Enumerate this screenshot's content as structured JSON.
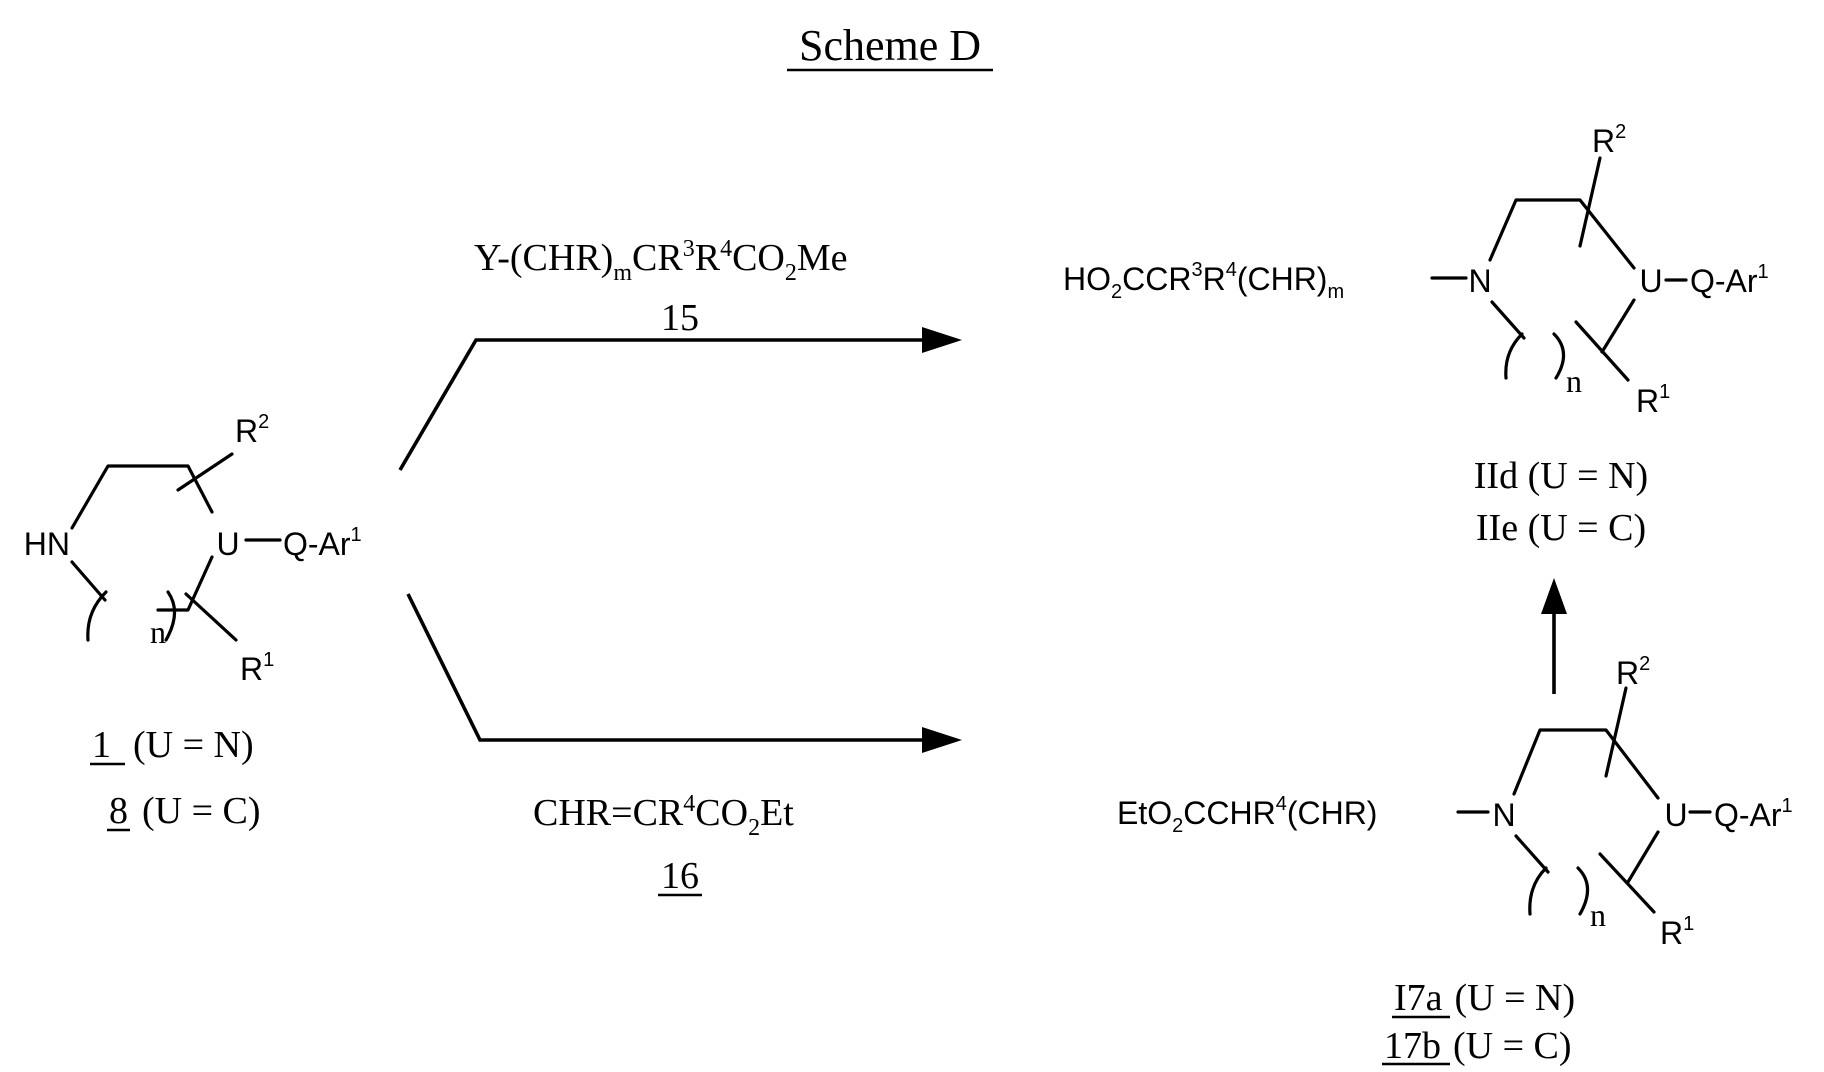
{
  "title": "Scheme D",
  "start": {
    "hn": "HN",
    "u": "U",
    "q_ar": "Q-Ar",
    "ar_sup": "1",
    "r2": "R",
    "r2_sup": "2",
    "r1": "R",
    "r1_sup": "1",
    "n": "n",
    "label1_num": "1",
    "label1_cond": "(U = N)",
    "label2_num": "8",
    "label2_cond": "(U = C)"
  },
  "reagent_top": {
    "part1": "Y-(CHR)",
    "sub_m": "m",
    "part2": "CR",
    "sup3": "3",
    "part3": "R",
    "sup4": "4",
    "part4": "CO",
    "sub2": "2",
    "part5": "Me",
    "number": "15"
  },
  "reagent_bottom": {
    "part1": "CHR=CR",
    "sup4": "4",
    "part2": "CO",
    "sub2": "2",
    "part3": "Et",
    "number": "16"
  },
  "product_top": {
    "chain1": "HO",
    "sub2": "2",
    "chain2": "CCR",
    "sup3": "3",
    "chain3": "R",
    "sup4": "4",
    "chain4": "(CHR)",
    "sub_m": "m",
    "n_atom": "N",
    "u": "U",
    "q_ar": "Q-Ar",
    "ar_sup": "1",
    "r2": "R",
    "r2_sup": "2",
    "r1": "R",
    "r1_sup": "1",
    "n": "n",
    "label1": "IId (U = N)",
    "label2": "IIe (U = C)"
  },
  "product_bottom": {
    "chain1": "EtO",
    "sub2": "2",
    "chain2": "CCHR",
    "sup4": "4",
    "chain3": "(CHR)",
    "n_atom": "N",
    "u": "U",
    "q_ar": "Q-Ar",
    "ar_sup": "1",
    "r2": "R",
    "r2_sup": "2",
    "r1": "R",
    "r1_sup": "1",
    "n": "n",
    "label1_num": "I7a",
    "label1_cond": "(U = N)",
    "label2_num": "17b",
    "label2_cond": "(U = C)"
  }
}
